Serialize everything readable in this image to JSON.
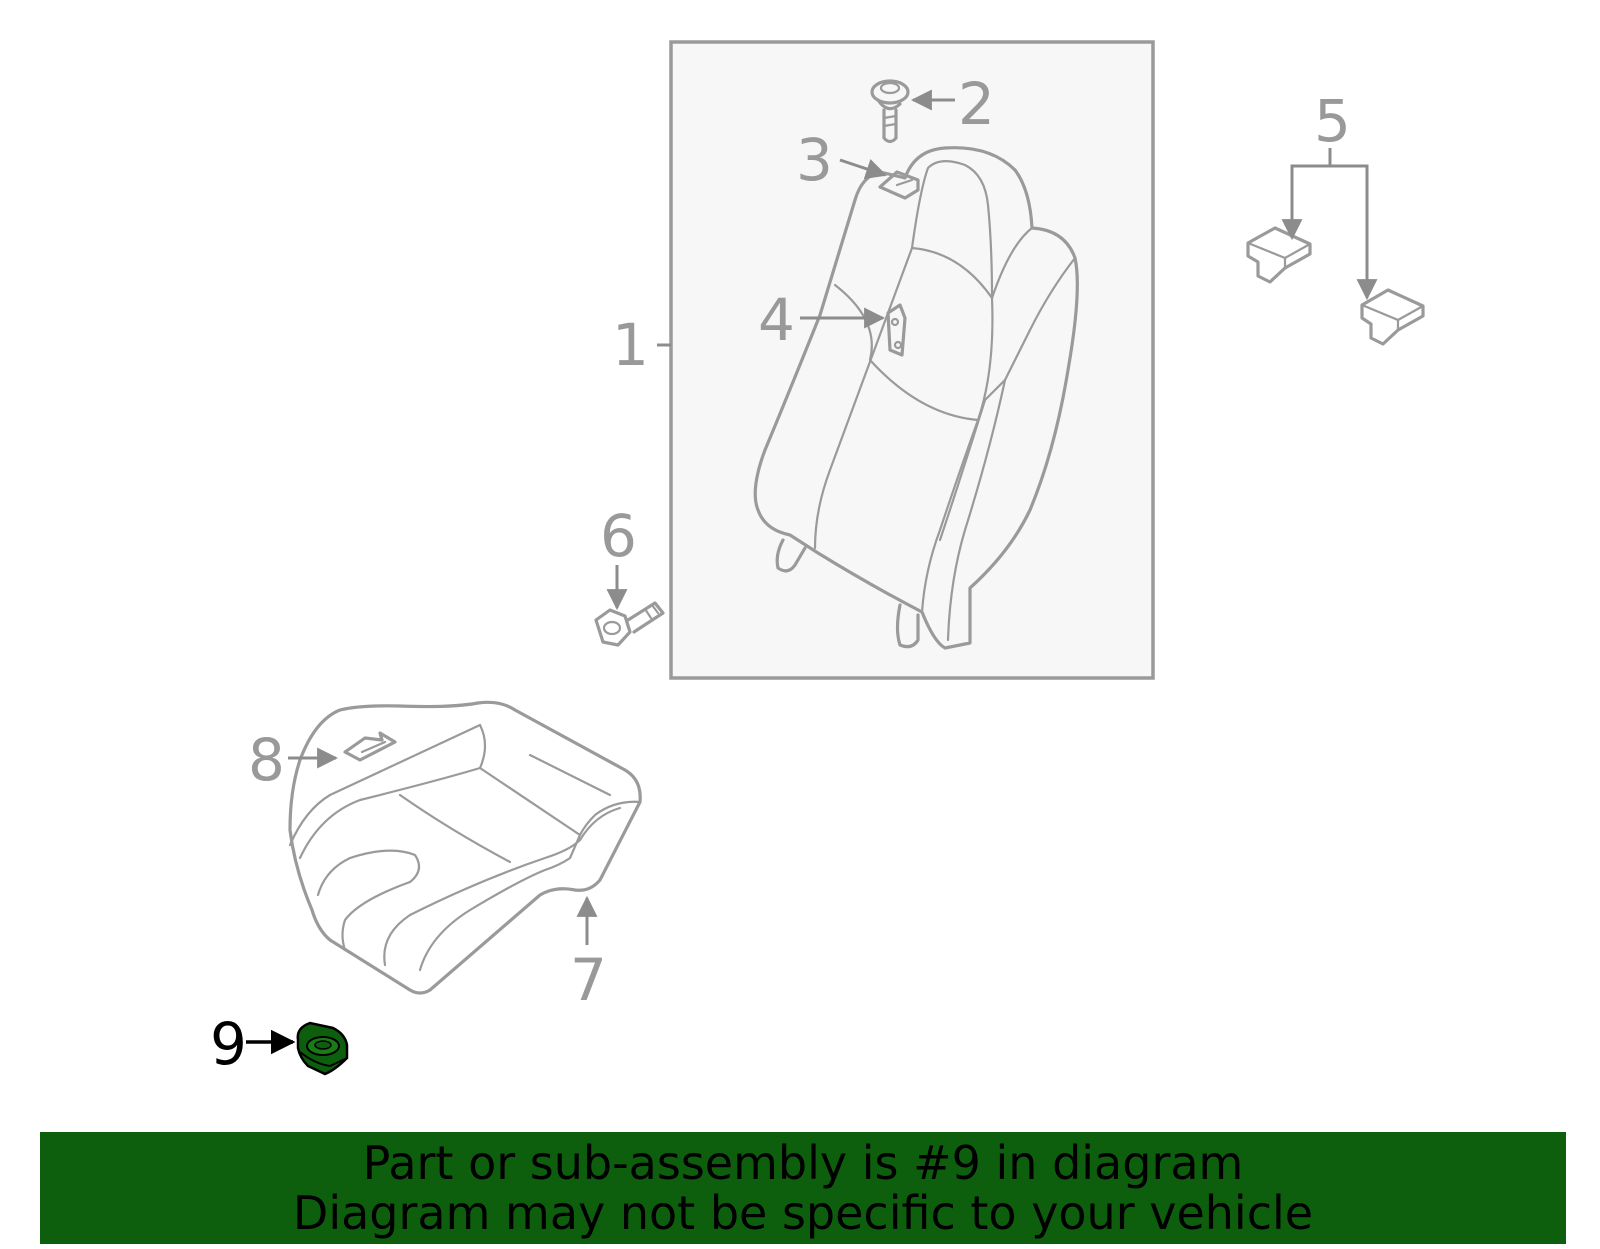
{
  "diagram": {
    "callouts": [
      {
        "number": "1"
      },
      {
        "number": "2"
      },
      {
        "number": "3"
      },
      {
        "number": "4"
      },
      {
        "number": "5"
      },
      {
        "number": "6"
      },
      {
        "number": "7"
      },
      {
        "number": "8"
      },
      {
        "number": "9"
      }
    ],
    "highlighted_part": "9",
    "colors": {
      "line": "#9a9a9a",
      "highlight": "#0e5f0d",
      "assembly_box_fill": "#f7f7f7"
    }
  },
  "banner": {
    "line1": "Part or sub-assembly is #9 in diagram",
    "line2": "Diagram may not be specific to your vehicle",
    "background": "#0e5f0d"
  }
}
